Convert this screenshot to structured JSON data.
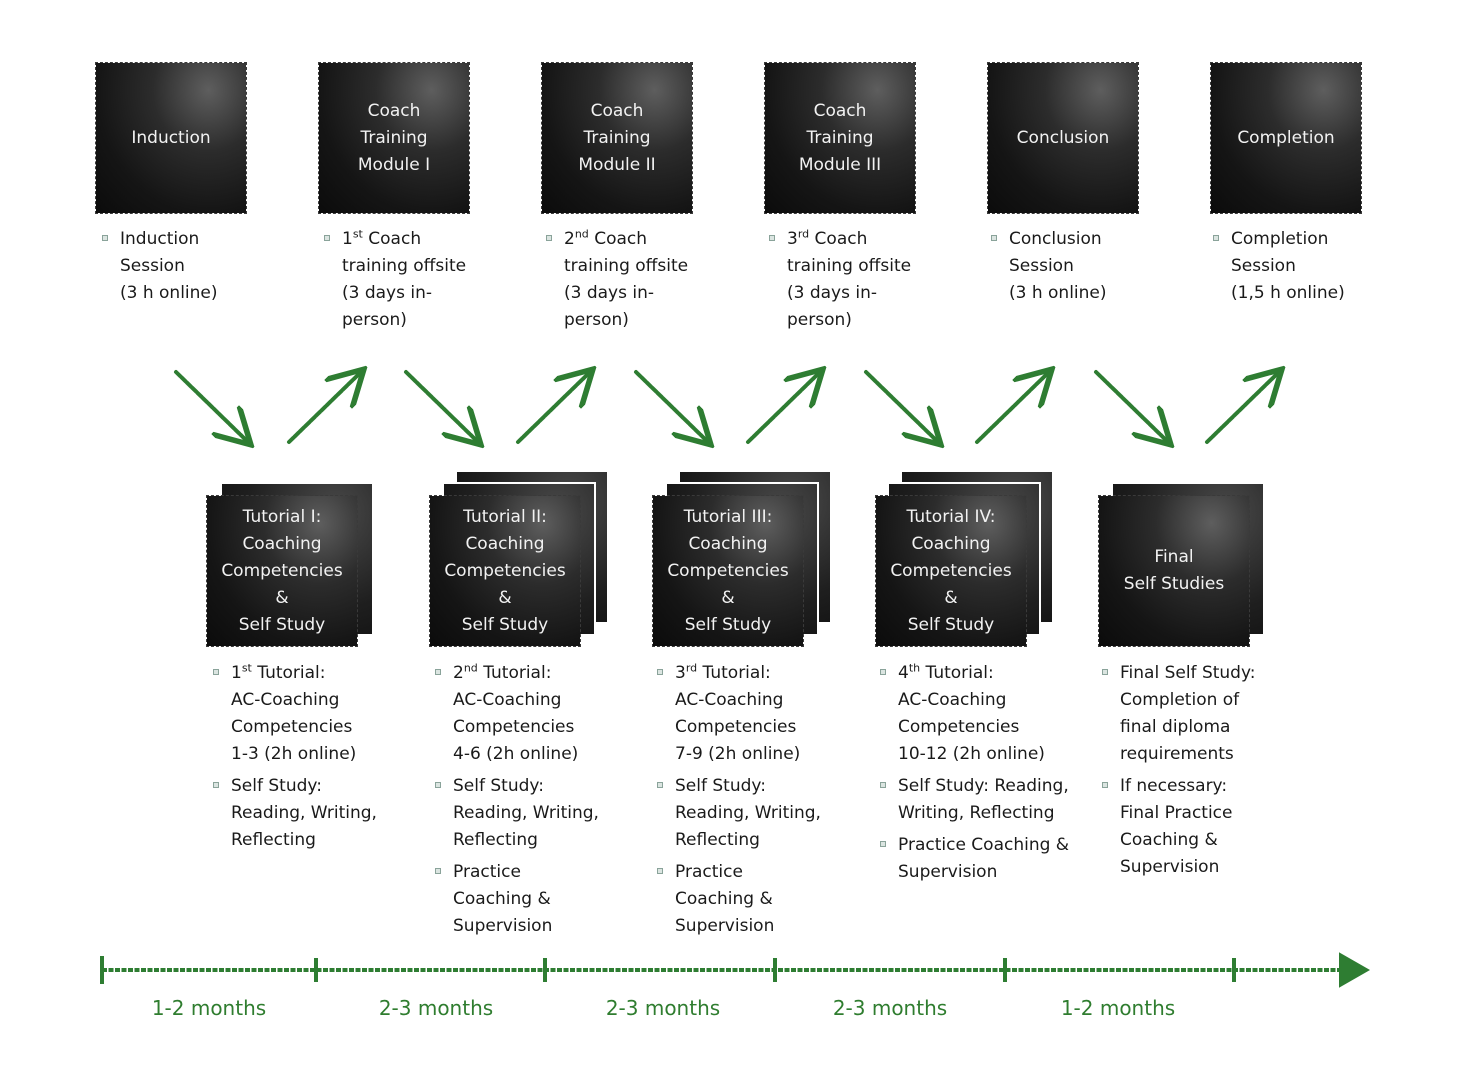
{
  "top_modules": [
    {
      "label": "Induction"
    },
    {
      "label": "Coach\nTraining\nModule I"
    },
    {
      "label": "Coach\nTraining\nModule II"
    },
    {
      "label": "Coach\nTraining\nModule III"
    },
    {
      "label": "Conclusion"
    },
    {
      "label": "Completion"
    }
  ],
  "top_details": [
    [
      {
        "pre": "Induction\nSession\n(3 h online)",
        "sup": "",
        "post": ""
      }
    ],
    [
      {
        "pre": "1",
        "sup": "st",
        "post": " Coach\ntraining offsite\n(3 days in-\nperson)"
      }
    ],
    [
      {
        "pre": "2",
        "sup": "nd",
        "post": " Coach\ntraining offsite\n(3 days in-\nperson)"
      }
    ],
    [
      {
        "pre": "3",
        "sup": "rd",
        "post": " Coach\ntraining offsite\n(3 days in-\nperson)"
      }
    ],
    [
      {
        "pre": "Conclusion\nSession\n(3 h online)",
        "sup": "",
        "post": ""
      }
    ],
    [
      {
        "pre": "Completion\nSession\n(1,5 h online)",
        "sup": "",
        "post": ""
      }
    ]
  ],
  "tutorials": [
    {
      "label": "Tutorial I:\nCoaching\nCompetencies\n&\nSelf Study"
    },
    {
      "label": "Tutorial II:\nCoaching\nCompetencies\n&\nSelf Study"
    },
    {
      "label": "Tutorial III:\nCoaching\nCompetencies\n&\nSelf Study"
    },
    {
      "label": "Tutorial IV:\nCoaching\nCompetencies\n&\nSelf Study"
    },
    {
      "label": "Final\nSelf Studies"
    }
  ],
  "tutorial_details": [
    [
      {
        "pre": "1",
        "sup": "st",
        "post": " Tutorial:\nAC-Coaching\nCompetencies\n1-3 (2h online)"
      },
      {
        "pre": "Self Study:\nReading, Writing,\nReflecting",
        "sup": "",
        "post": ""
      }
    ],
    [
      {
        "pre": "2",
        "sup": "nd",
        "post": " Tutorial:\nAC-Coaching\nCompetencies\n4-6 (2h online)"
      },
      {
        "pre": "Self Study:\nReading, Writing,\nReflecting",
        "sup": "",
        "post": ""
      },
      {
        "pre": "Practice\nCoaching &\nSupervision",
        "sup": "",
        "post": ""
      }
    ],
    [
      {
        "pre": "3",
        "sup": "rd",
        "post": " Tutorial:\nAC-Coaching\nCompetencies\n7-9 (2h online)"
      },
      {
        "pre": "Self Study:\nReading, Writing,\nReflecting",
        "sup": "",
        "post": ""
      },
      {
        "pre": "Practice\nCoaching &\nSupervision",
        "sup": "",
        "post": ""
      }
    ],
    [
      {
        "pre": "4",
        "sup": "th",
        "post": " Tutorial:\nAC-Coaching\nCompetencies\n10-12 (2h online)"
      },
      {
        "pre": "Self Study: Reading,\nWriting, Reflecting",
        "sup": "",
        "post": ""
      },
      {
        "pre": "Practice Coaching &\nSupervision",
        "sup": "",
        "post": ""
      }
    ],
    [
      {
        "pre": "Final Self Study:\nCompletion of\nfinal diploma\nrequirements",
        "sup": "",
        "post": ""
      },
      {
        "pre": "If necessary:\nFinal Practice\nCoaching &\nSupervision",
        "sup": "",
        "post": ""
      }
    ]
  ],
  "durations": [
    "1-2 months",
    "2-3 months",
    "2-3 months",
    "2-3 months",
    "1-2 months"
  ],
  "colors": {
    "arrow_green": "#2e7d32",
    "duration_green": "#2f7d2f",
    "box_dark": "#151515"
  }
}
